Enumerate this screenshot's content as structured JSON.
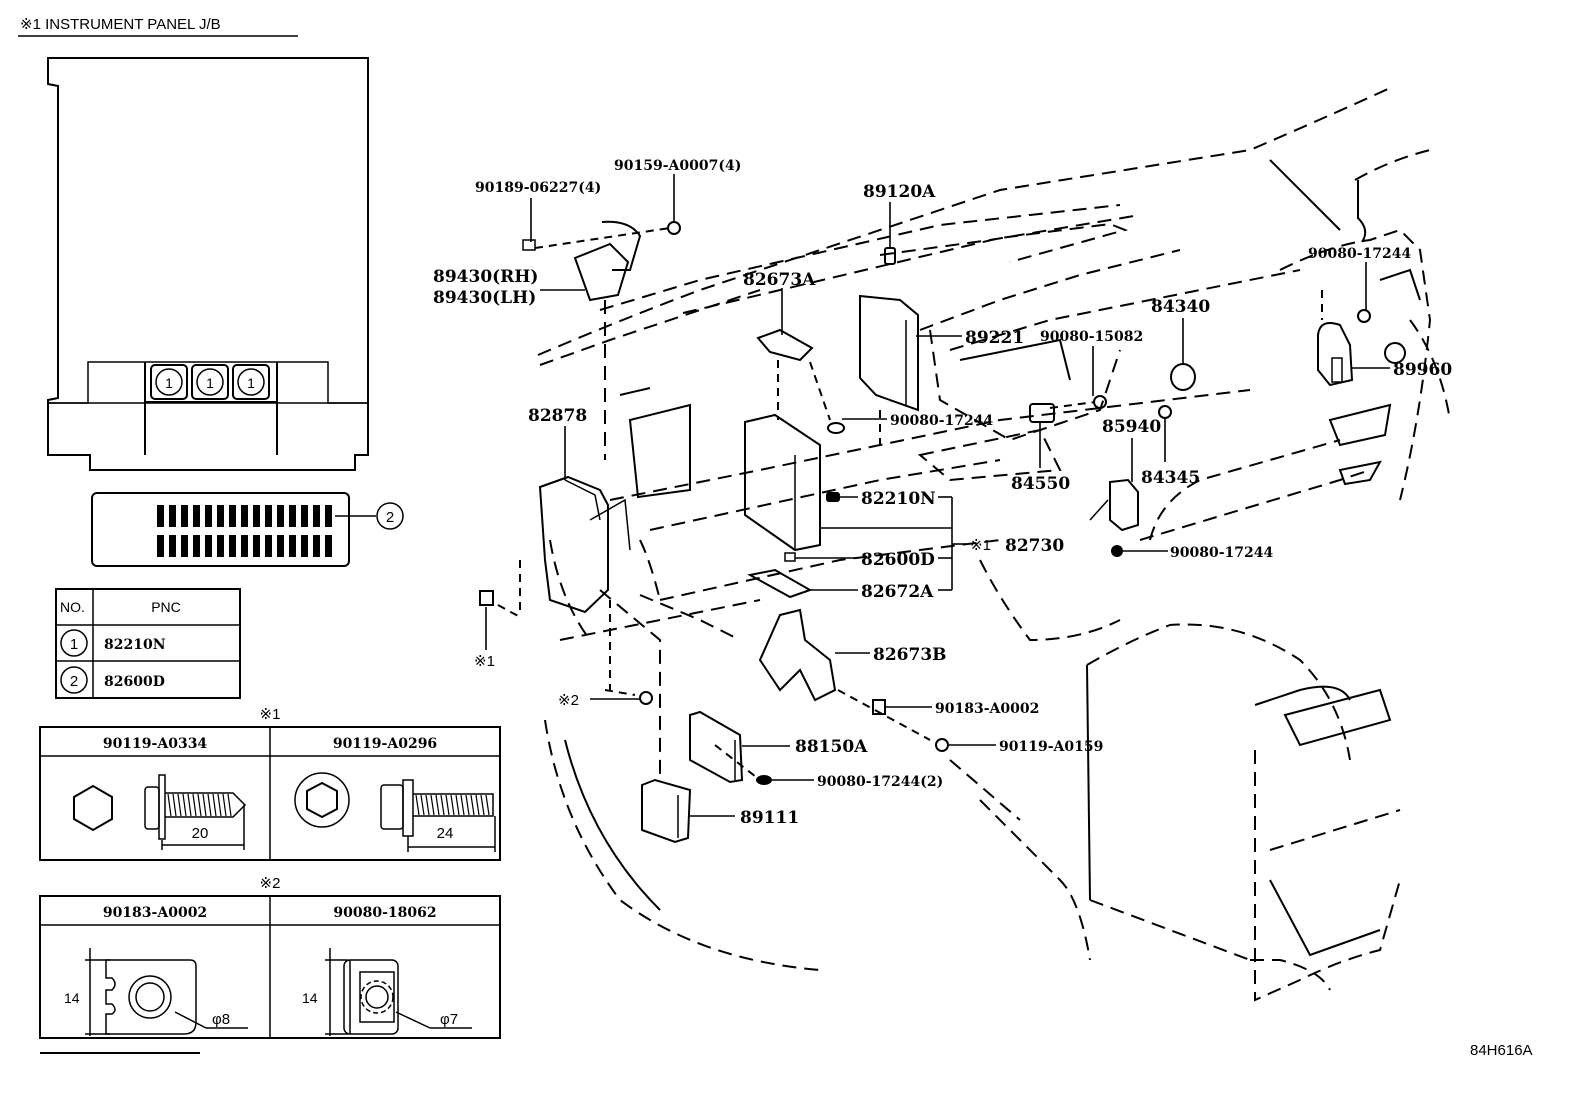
{
  "diagram_code": "84H616A",
  "legend_panel": {
    "title": "※1 INSTRUMENT PANEL J/B",
    "circled_refs_on_jb": [
      "1",
      "1",
      "1"
    ],
    "connector_ref": "2",
    "pnc_table": {
      "headers": [
        "NO.",
        "PNC"
      ],
      "rows": [
        {
          "no": "1",
          "pnc": "82210N"
        },
        {
          "no": "2",
          "pnc": "82600D"
        }
      ]
    }
  },
  "fastener_table_1": {
    "mark": "※1",
    "columns": [
      {
        "part": "90119-A0334",
        "length": "20"
      },
      {
        "part": "90119-A0296",
        "length": "24"
      }
    ]
  },
  "fastener_table_2": {
    "mark": "※2",
    "columns": [
      {
        "part": "90183-A0002",
        "height": "14",
        "diameter": "φ8"
      },
      {
        "part": "90080-18062",
        "height": "14",
        "diameter": "φ7"
      }
    ]
  },
  "callouts": {
    "p90189": "90189-06227(4)",
    "p90159": "90159-A0007(4)",
    "p89430rh": "89430(RH)",
    "p89430lh": "89430(LH)",
    "p89120a": "89120A",
    "p82673a": "82673A",
    "p89221": "89221",
    "p90080_15082": "90080-15082",
    "p84340": "84340",
    "p90080_17244_top": "90080-17244",
    "p89960": "89960",
    "p82878": "82878",
    "p90080_17244_mid": "90080-17244",
    "p84550": "84550",
    "p85940": "85940",
    "p84345": "84345",
    "p82210n": "82210N",
    "p82730_mark": "※1",
    "p82730": "82730",
    "p90080_17244_right": "90080-17244",
    "p82600d": "82600D",
    "p82672a": "82672A",
    "mark1_left": "※1",
    "p82673b": "82673B",
    "mark2": "※2",
    "p90183": "90183-A0002",
    "p88150a": "88150A",
    "p90119_a0159": "90119-A0159",
    "p90080_17244_2": "90080-17244(2)",
    "p89111": "89111"
  }
}
